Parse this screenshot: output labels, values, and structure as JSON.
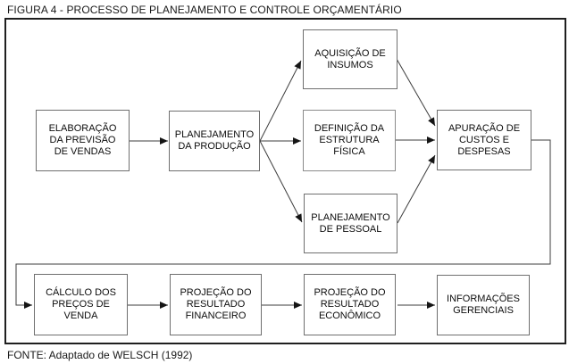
{
  "figure": {
    "title": "FIGURA 4 - PROCESSO DE PLANEJAMENTO E CONTROLE ORÇAMENTÁRIO",
    "source": "FONTE: Adaptado de WELSCH (1992)"
  },
  "colors": {
    "background": "#ffffff",
    "text": "#000000",
    "box_border": "#6f6f6f",
    "frame_border": "#1f1f1f",
    "connector": "#3d3d3d"
  },
  "diagram": {
    "nodes": [
      {
        "id": "elaboracao-previsao-vendas",
        "label": "ELABORAÇÃO DA PREVISÃO DE VENDAS"
      },
      {
        "id": "planejamento-producao",
        "label": "PLANEJAMENTO DA PRODUÇÃO"
      },
      {
        "id": "aquisicao-insumos",
        "label": "AQUISIÇÃO DE INSUMOS"
      },
      {
        "id": "definicao-estrutura-fisica",
        "label": "DEFINIÇÃO DA ESTRUTURA FÍSICA"
      },
      {
        "id": "planejamento-pessoal",
        "label": "PLANEJAMENTO DE PESSOAL"
      },
      {
        "id": "apuracao-custos-despesas",
        "label": "APURAÇÃO DE CUSTOS E DESPESAS"
      },
      {
        "id": "calculo-precos-venda",
        "label": "CÁLCULO DOS PREÇOS DE VENDA"
      },
      {
        "id": "projecao-resultado-financeiro",
        "label": "PROJEÇÃO DO RESULTADO FINANCEIRO"
      },
      {
        "id": "projecao-resultado-economico",
        "label": "PROJEÇÃO DO RESULTADO ECONÔMICO"
      },
      {
        "id": "informacoes-gerenciais",
        "label": "INFORMAÇÕES GERENCIAIS"
      }
    ],
    "edges": [
      {
        "from": "elaboracao-previsao-vendas",
        "to": "planejamento-producao"
      },
      {
        "from": "planejamento-producao",
        "to": "aquisicao-insumos"
      },
      {
        "from": "planejamento-producao",
        "to": "definicao-estrutura-fisica"
      },
      {
        "from": "planejamento-producao",
        "to": "planejamento-pessoal"
      },
      {
        "from": "aquisicao-insumos",
        "to": "apuracao-custos-despesas"
      },
      {
        "from": "definicao-estrutura-fisica",
        "to": "apuracao-custos-despesas"
      },
      {
        "from": "planejamento-pessoal",
        "to": "apuracao-custos-despesas"
      },
      {
        "from": "apuracao-custos-despesas",
        "to": "calculo-precos-venda"
      },
      {
        "from": "calculo-precos-venda",
        "to": "projecao-resultado-financeiro"
      },
      {
        "from": "projecao-resultado-financeiro",
        "to": "projecao-resultado-economico"
      },
      {
        "from": "projecao-resultado-economico",
        "to": "informacoes-gerenciais"
      }
    ]
  }
}
